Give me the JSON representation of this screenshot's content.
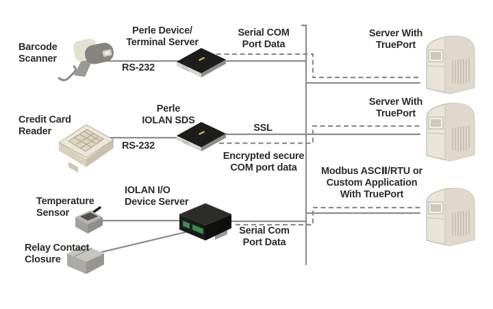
{
  "colors": {
    "background": "#ffffff",
    "line_gray": "#8b8b8b",
    "text": "#2d2c2a",
    "device_black": "#1d1d1b",
    "device_beige": "#ece6d6",
    "server_body": "#eae4d8",
    "terminal_green": "#3f8d53"
  },
  "labels": {
    "barcode_scanner": "Barcode\nScanner",
    "perle_terminal_server": "Perle Device/\nTerminal Server",
    "rs232_top": "RS-232",
    "serial_com_top": "Serial COM\nPort Data",
    "server_top": "Server With\nTruePort",
    "credit_card_reader": "Credit Card\nReader",
    "perle_iolan_sds": "Perle\nIOLAN SDS",
    "rs232_middle": "RS-232",
    "ssl": "SSL",
    "encrypted_secure": "Encrypted secure\nCOM port data",
    "server_middle": "Server With\nTruePort",
    "temperature_sensor": "Temperature\nSensor",
    "iolan_io_device_server": "IOLAN I/O\nDevice Server",
    "relay_contact_closure": "Relay Contact\nClosure",
    "serial_com_bottom": "Serial Com\nPort Data",
    "modbus_application": "Modbus ASCⅡ/RTU or\nCustom Application\nWith TruePort"
  },
  "icons": {
    "barcode_scanner": "handheld-gun-scanner",
    "perle_terminal_server": "flat-black-device",
    "credit_card_reader": "keypad-terminal",
    "perle_iolan_sds": "flat-black-device",
    "temperature_sensor": "small-sensor-box-with-antenna",
    "relay_contact_closure": "gray-box",
    "iolan_io_device_server": "black-io-box-with-green-terminals",
    "server_trueport": "tower-server"
  }
}
